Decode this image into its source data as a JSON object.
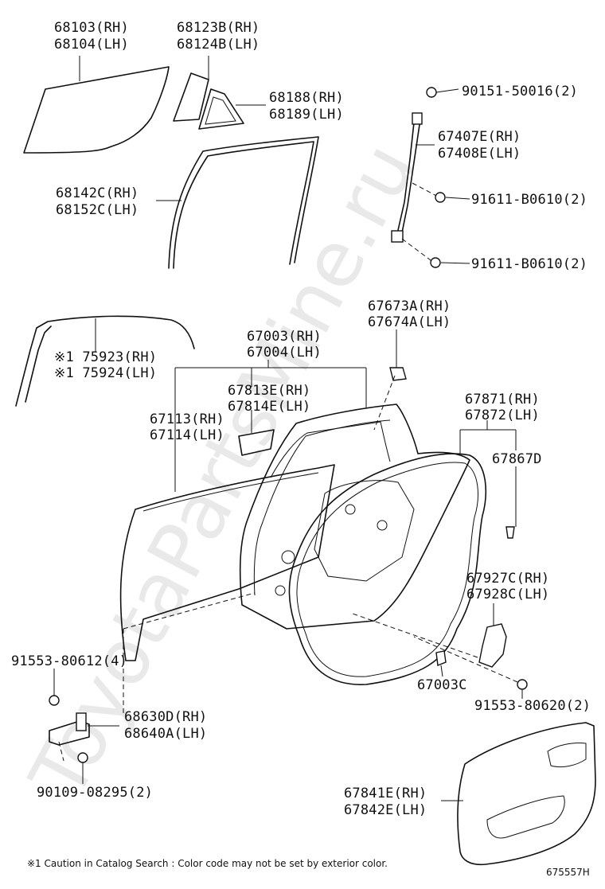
{
  "diagram": {
    "watermark": "ToyotaPartsMine.ru",
    "figure_code": "675557H",
    "caution_note": "※1 Caution in Catalog Search : Color code may not be set by exterior color.",
    "callouts": [
      {
        "id": "c68103",
        "lines": [
          "68103(RH)",
          "68104(LH)"
        ]
      },
      {
        "id": "c68123",
        "lines": [
          "68123B(RH)",
          "68124B(LH)"
        ]
      },
      {
        "id": "c68188",
        "lines": [
          "68188(RH)",
          "68189(LH)"
        ]
      },
      {
        "id": "c68142",
        "lines": [
          "68142C(RH)",
          "68152C(LH)"
        ]
      },
      {
        "id": "c90151",
        "lines": [
          "90151-50016(2)"
        ]
      },
      {
        "id": "c67407",
        "lines": [
          "67407E(RH)",
          "67408E(LH)"
        ]
      },
      {
        "id": "c91611a",
        "lines": [
          "91611-B0610(2)"
        ]
      },
      {
        "id": "c91611b",
        "lines": [
          "91611-B0610(2)"
        ]
      },
      {
        "id": "c75923",
        "lines": [
          "※1 75923(RH)",
          "※1 75924(LH)"
        ]
      },
      {
        "id": "c67673",
        "lines": [
          "67673A(RH)",
          "67674A(LH)"
        ]
      },
      {
        "id": "c67003",
        "lines": [
          "67003(RH)",
          "67004(LH)"
        ]
      },
      {
        "id": "c67813",
        "lines": [
          "67813E(RH)",
          "67814E(LH)"
        ]
      },
      {
        "id": "c67113",
        "lines": [
          "67113(RH)",
          "67114(LH)"
        ]
      },
      {
        "id": "c67871",
        "lines": [
          "67871(RH)",
          "67872(LH)"
        ]
      },
      {
        "id": "c67867",
        "lines": [
          "67867D"
        ]
      },
      {
        "id": "c67927",
        "lines": [
          "67927C(RH)",
          "67928C(LH)"
        ]
      },
      {
        "id": "c91553a",
        "lines": [
          "91553-80612(4)"
        ]
      },
      {
        "id": "c67003c",
        "lines": [
          "67003C"
        ]
      },
      {
        "id": "c91553b",
        "lines": [
          "91553-80620(2)"
        ]
      },
      {
        "id": "c68630",
        "lines": [
          "68630D(RH)",
          "68640A(LH)"
        ]
      },
      {
        "id": "c90109",
        "lines": [
          "90109-08295(2)"
        ]
      },
      {
        "id": "c67841",
        "lines": [
          "67841E(RH)",
          "67842E(LH)"
        ]
      }
    ]
  }
}
